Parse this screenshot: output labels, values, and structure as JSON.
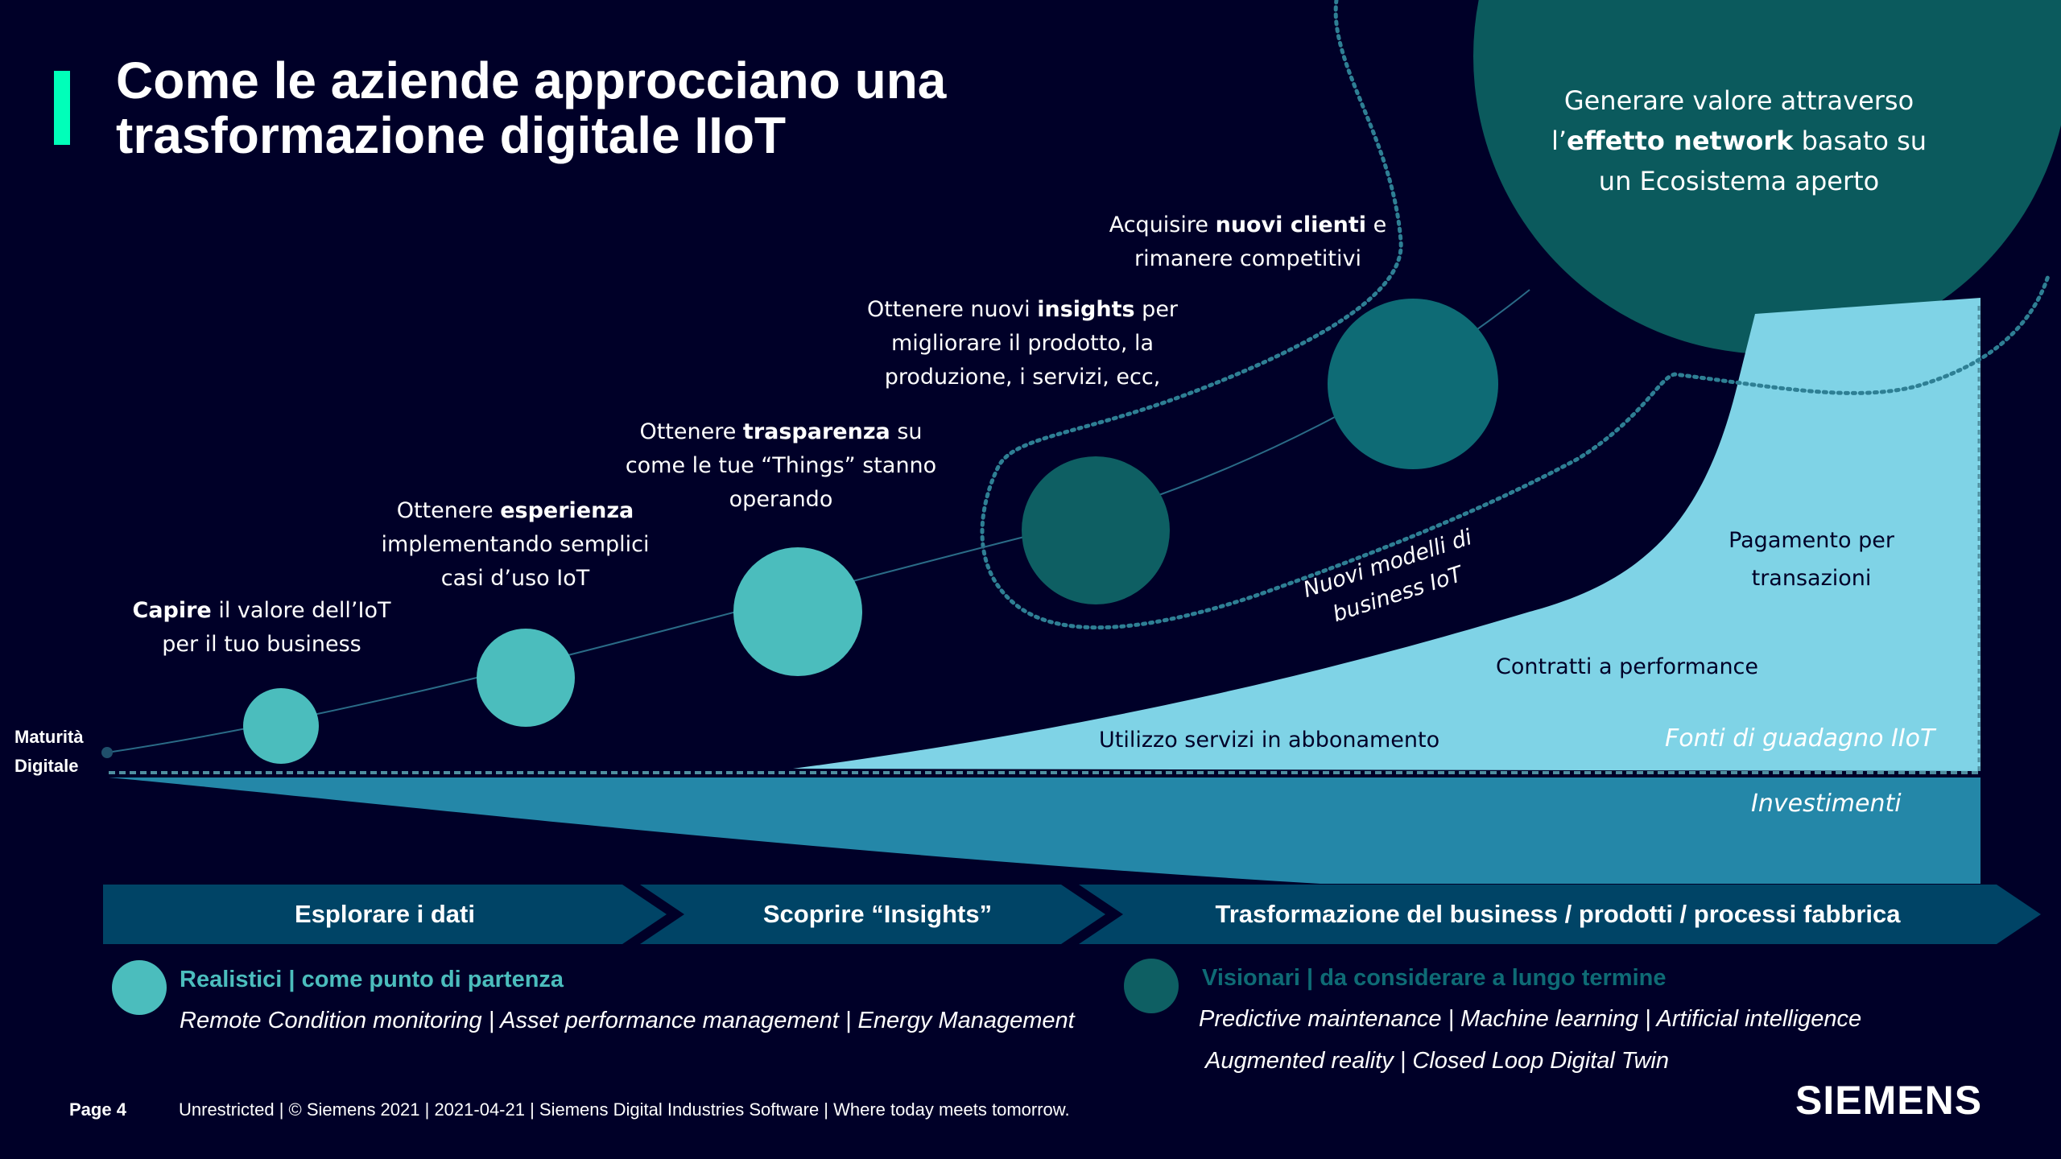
{
  "title": "Come le aziende approcciano una trasformazione digitale IIoT",
  "axis_label": "Maturità Digitale",
  "steps": [
    {
      "bold": "Capire",
      "rest_line1": " il valore dell’IoT",
      "line2": "per il tuo business"
    },
    {
      "pre": "Ottenere ",
      "bold": "esperienza",
      "line2": "implementando semplici",
      "line3": "casi d’uso IoT"
    },
    {
      "pre": "Ottenere ",
      "bold": "trasparenza",
      "post": " su",
      "line2": "come le tue “Things” stanno",
      "line3": "operando"
    },
    {
      "pre": "Ottenere nuovi ",
      "bold": "insights",
      "post": " per",
      "line2": "migliorare il prodotto, la",
      "line3": "produzione, i servizi, ecc,"
    },
    {
      "pre": "Acquisire ",
      "bold": "nuovi clienti",
      "post": " e",
      "line2": "rimanere competitivi"
    }
  ],
  "ecosystem": {
    "line1": "Generare valore attraverso",
    "line2_pre": "l’",
    "line2_bold": "effetto network",
    "line2_post": " basato su",
    "line3": "un Ecosistema aperto"
  },
  "new_models": "Nuovi modelli di business IoT",
  "revenue": {
    "subscription": "Utilizzo servizi in abbonamento",
    "performance": "Contratti a performance",
    "transactions": "Pagamento per transazioni",
    "label": "Fonti di guadagno IIoT"
  },
  "investments": "Investimenti",
  "phases": [
    "Esplorare i dati",
    "Scoprire “Insights”",
    "Trasformazione del business / prodotti / processi fabbrica"
  ],
  "legend": [
    {
      "title": "Realistici | come punto di partenza",
      "lines": [
        "Remote Condition monitoring | Asset performance management | Energy Management"
      ],
      "color": "#4bbdbd"
    },
    {
      "title": "Visionari | da considerare a lungo termine",
      "lines": [
        "Predictive maintenance | Machine learning | Artificial intelligence",
        "Augmented reality | Closed Loop Digital Twin"
      ],
      "color": "#0e5f63"
    }
  ],
  "footer": {
    "page": "Page 4",
    "text": "Unrestricted | © Siemens 2021 | 2021-04-21 | Siemens Digital Industries Software | Where today meets tomorrow."
  },
  "logo": "SIEMENS",
  "colors": {
    "background": "#000028",
    "accent": "#00ffb9",
    "teal_light": "#4bbdbd",
    "teal_dark": "#0e5f63",
    "revenue_area": "#7fd3e6",
    "investment_area": "#2487a8",
    "banner": "#004466"
  }
}
